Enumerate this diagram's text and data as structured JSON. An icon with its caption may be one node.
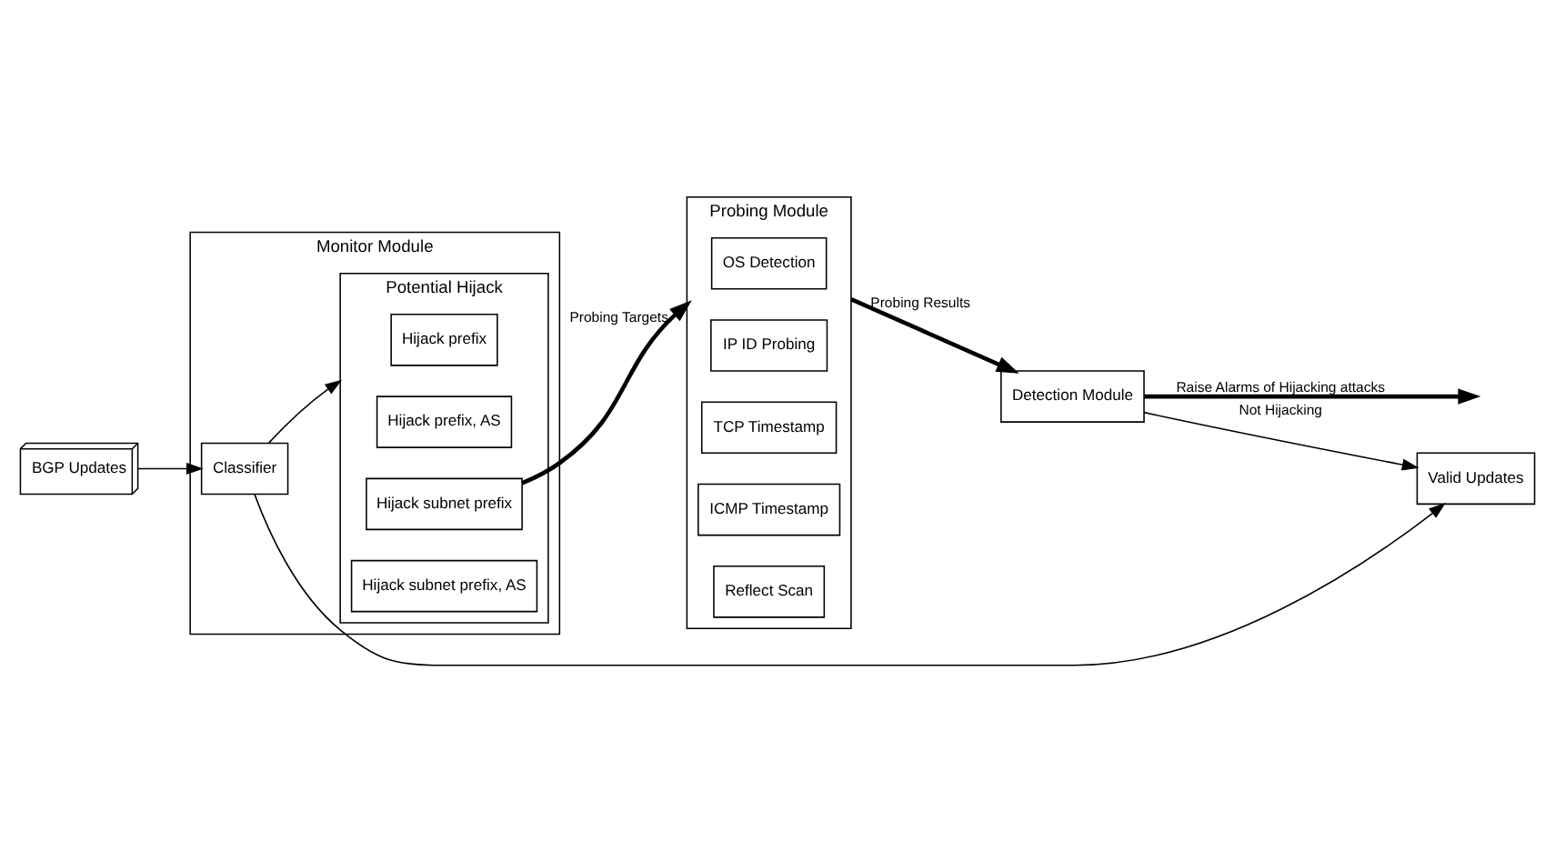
{
  "diagram": {
    "nodes": [
      {
        "text": [
          "Monitor Module"
        ]
      },
      {
        "text": [
          "Classifier"
        ],
        "in": 0
      },
      {
        "text": [
          "Potential Hijack"
        ],
        "in": 0
      },
      {
        "text": [
          "Hijack prefix"
        ],
        "in": 2
      },
      {
        "text": [
          "Hijack prefix, AS"
        ],
        "in": 2
      },
      {
        "text": [
          "Hijack subnet prefix"
        ],
        "in": 2
      },
      {
        "text": [
          "Hijack subnet prefix, AS"
        ],
        "in": 2
      },
      {
        "text": [
          "Probing Module"
        ]
      },
      {
        "text": [
          "OS Detection"
        ],
        "in": 7
      },
      {
        "text": [
          "IP ID Probing"
        ],
        "in": 7
      },
      {
        "text": [
          "TCP Timestamp"
        ],
        "in": 7
      },
      {
        "text": [
          "ICMP Timestamp"
        ],
        "in": 7
      },
      {
        "text": [
          "Reflect Scan"
        ],
        "in": 7
      },
      {
        "text": [
          "Detection Module"
        ]
      },
      {
        "text": [
          "Valid Updates"
        ]
      },
      {
        "text": [
          "BGP Updates"
        ]
      }
    ],
    "edges": [
      {
        "from": 15,
        "to": 1,
        "arrow": "to"
      },
      {
        "from": 1,
        "to": 2,
        "arrow": "to"
      },
      {
        "from": 5,
        "to": 7,
        "arrow": "to",
        "label": "Probing Targets",
        "style": "thick"
      },
      {
        "from": 1,
        "to": 14,
        "arrow": "to"
      },
      {
        "from": 7,
        "to": 13,
        "arrow": "to",
        "label": "Probing Results",
        "style": "thick"
      },
      {
        "from": 13,
        "to": 14,
        "arrow": "to",
        "label": "Not Hijacking"
      },
      {
        "from": 13,
        "to": null,
        "arrow": "to",
        "label": "Raise Alarms of Hijacking attacks",
        "style": "thick"
      }
    ]
  }
}
